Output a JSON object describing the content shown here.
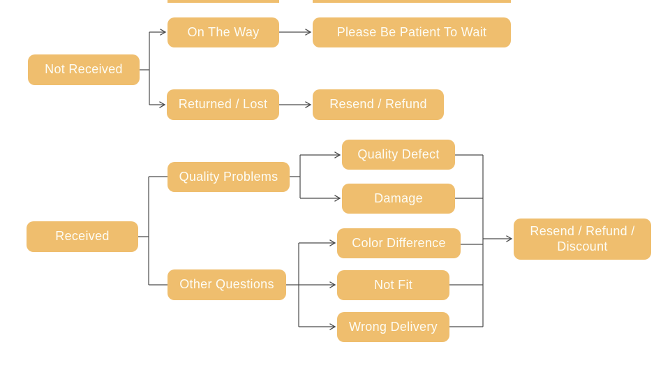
{
  "diagram": {
    "type": "flowchart",
    "colors": {
      "node_fill": "#efbe6e",
      "node_text": "#fdfcf4",
      "connector": "#4a4a4a",
      "background": "#ffffff"
    },
    "nodes": {
      "not_received": {
        "label": "Not Received"
      },
      "on_the_way": {
        "label": "On The Way"
      },
      "please_wait": {
        "label": "Please Be Patient To Wait"
      },
      "returned_lost": {
        "label": "Returned / Lost"
      },
      "resend_refund": {
        "label": "Resend / Refund"
      },
      "received": {
        "label": "Received"
      },
      "quality_problems": {
        "label": "Quality Problems"
      },
      "quality_defect": {
        "label": "Quality Defect"
      },
      "damage": {
        "label": "Damage"
      },
      "other_questions": {
        "label": "Other Questions"
      },
      "color_difference": {
        "label": "Color Difference"
      },
      "not_fit": {
        "label": "Not Fit"
      },
      "wrong_delivery": {
        "label": "Wrong Delivery"
      },
      "resend_refund_discount": {
        "label": "Resend / Refund / Discount"
      }
    },
    "edges": [
      {
        "from": "not_received",
        "to": "on_the_way",
        "arrow": true
      },
      {
        "from": "not_received",
        "to": "returned_lost",
        "arrow": true
      },
      {
        "from": "on_the_way",
        "to": "please_wait",
        "arrow": true
      },
      {
        "from": "returned_lost",
        "to": "resend_refund",
        "arrow": true
      },
      {
        "from": "received",
        "to": "quality_problems",
        "arrow": false
      },
      {
        "from": "received",
        "to": "other_questions",
        "arrow": false
      },
      {
        "from": "quality_problems",
        "to": "quality_defect",
        "arrow": true
      },
      {
        "from": "quality_problems",
        "to": "damage",
        "arrow": true
      },
      {
        "from": "other_questions",
        "to": "color_difference",
        "arrow": true
      },
      {
        "from": "other_questions",
        "to": "not_fit",
        "arrow": true
      },
      {
        "from": "other_questions",
        "to": "wrong_delivery",
        "arrow": true
      },
      {
        "from": "quality_defect",
        "to": "resend_refund_discount",
        "arrow": true
      },
      {
        "from": "damage",
        "to": "resend_refund_discount",
        "arrow": true
      },
      {
        "from": "color_difference",
        "to": "resend_refund_discount",
        "arrow": true
      },
      {
        "from": "not_fit",
        "to": "resend_refund_discount",
        "arrow": true
      },
      {
        "from": "wrong_delivery",
        "to": "resend_refund_discount",
        "arrow": true
      }
    ]
  }
}
